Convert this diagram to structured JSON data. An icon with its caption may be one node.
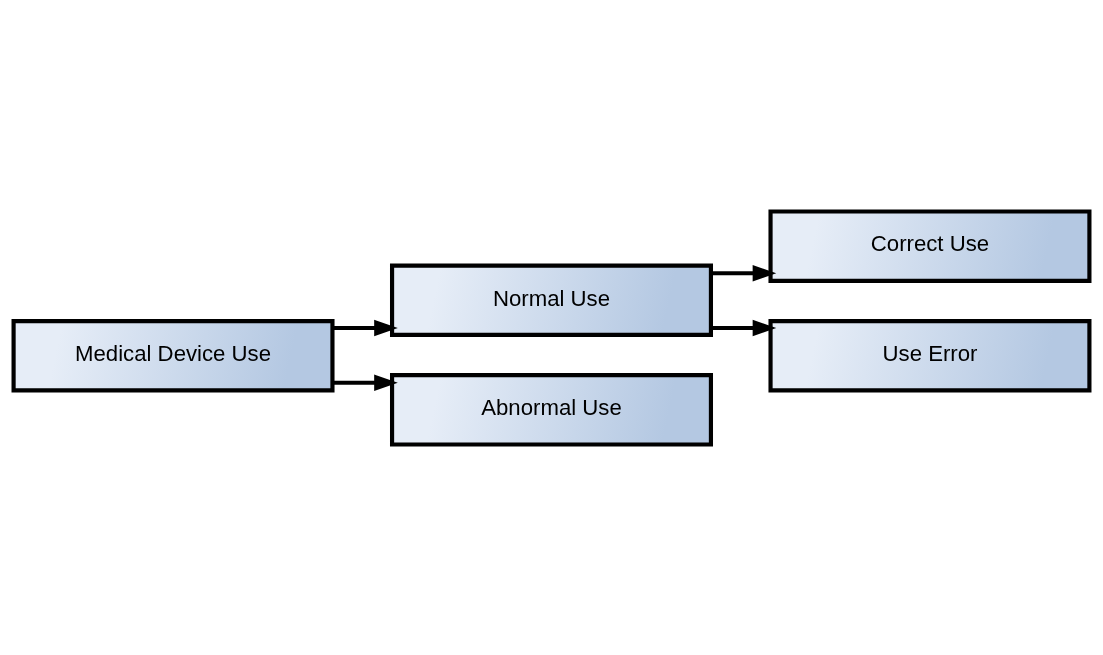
{
  "diagram": {
    "nodes": [
      {
        "text": [
          "Medical Device Use"
        ]
      },
      {
        "text": [
          "Normal Use"
        ]
      },
      {
        "text": [
          "Correct Use"
        ]
      },
      {
        "text": [
          "Use Error"
        ]
      },
      {
        "text": [
          "Abnormal Use"
        ]
      }
    ],
    "edges": [
      {
        "from": 0,
        "to": 1,
        "arrow": "to"
      },
      {
        "from": 1,
        "to": 2,
        "arrow": "to"
      },
      {
        "from": 1,
        "to": 3,
        "arrow": "to"
      },
      {
        "from": 0,
        "to": 4,
        "arrow": "to"
      }
    ]
  }
}
